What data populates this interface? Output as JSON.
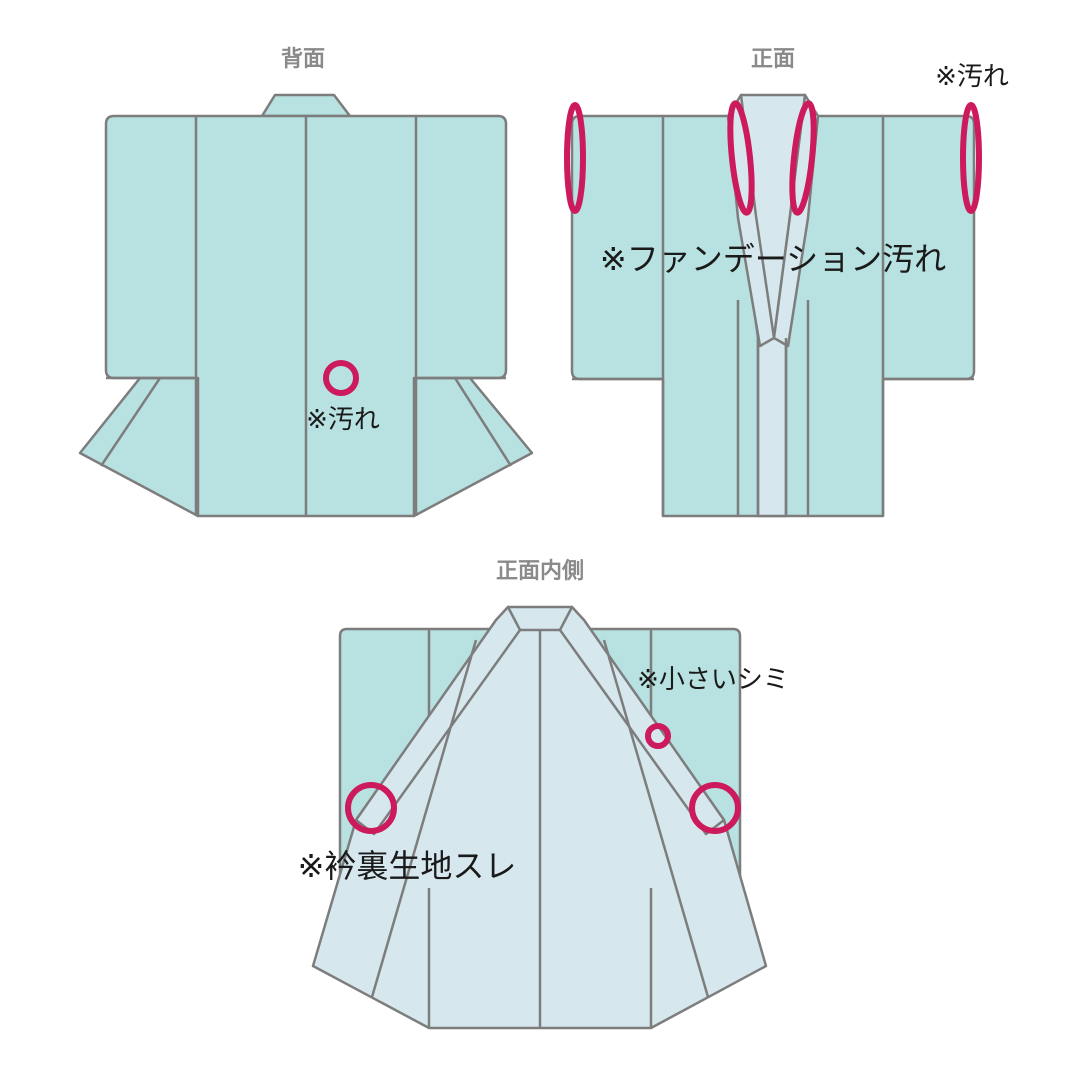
{
  "views": {
    "back": {
      "title": "背面",
      "note": "※汚れ"
    },
    "front": {
      "title": "正面",
      "note_top": "※汚れ",
      "note_main": "※ファンデーション汚れ"
    },
    "inside": {
      "title": "正面内側",
      "note_small": "※小さいシミ",
      "note_collar": "※衿裏生地スレ"
    }
  },
  "colors": {
    "outer_fabric": "#b7e2e1",
    "lining_fabric": "#d6e8ee",
    "outline": "#7d7d7d",
    "defect_marker": "#cc1a5c"
  }
}
